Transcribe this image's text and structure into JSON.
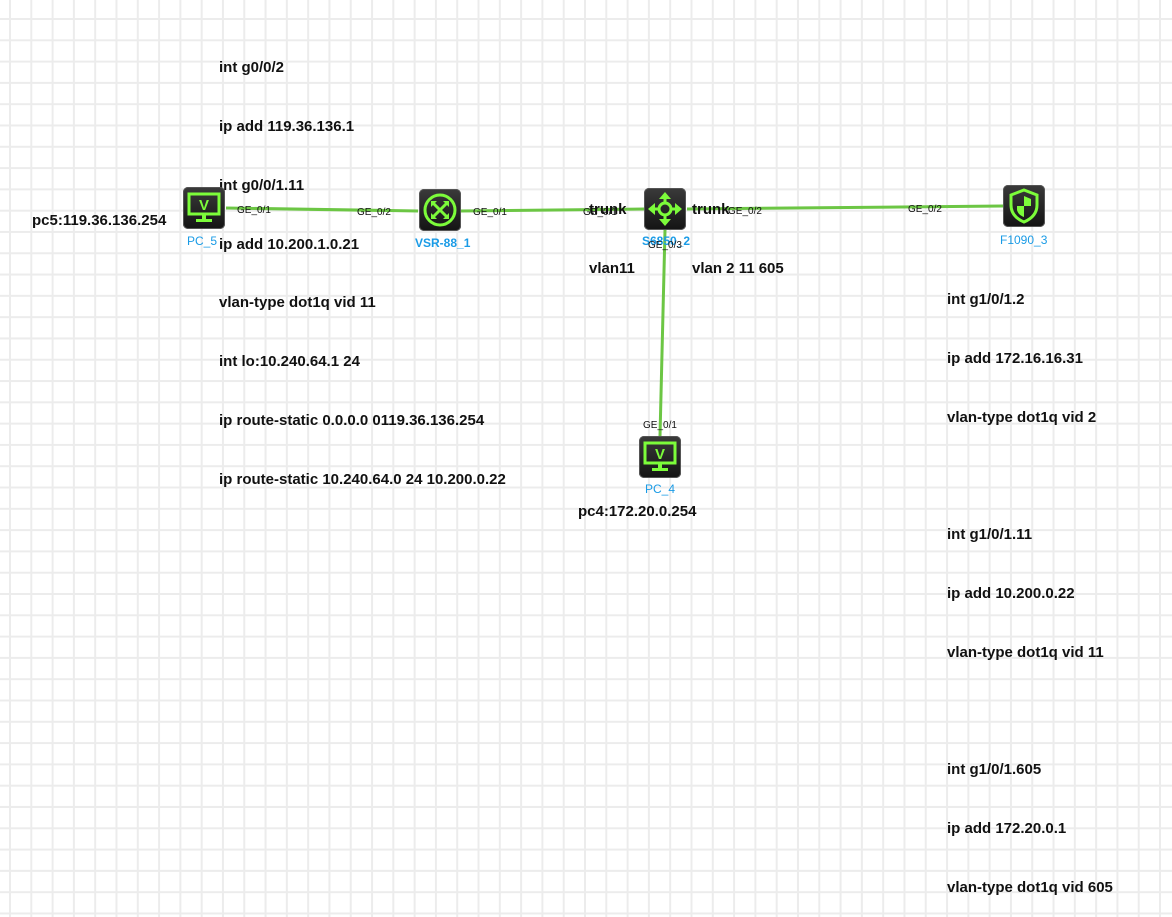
{
  "colors": {
    "link": "#6cc644",
    "device_accent": "#7cfc3a",
    "device_label": "#1a9be6"
  },
  "devices": {
    "pc5": {
      "name": "PC_5",
      "icon": "monitor-icon",
      "ip_label": "pc5:119.36.136.254"
    },
    "vsr": {
      "name": "VSR-88_1",
      "icon": "router-icon"
    },
    "switch": {
      "name": "S6850_2",
      "icon": "switch-icon"
    },
    "firewall": {
      "name": "F1090_3",
      "icon": "firewall-shield-icon"
    },
    "pc4": {
      "name": "PC_4",
      "icon": "monitor-icon",
      "ip_label": "pc4:172.20.0.254"
    }
  },
  "ports": {
    "pc5_ge": "GE_0/1",
    "vsr_left": "GE_0/2",
    "vsr_right": "GE_0/1",
    "sw_left": "GE_0/1",
    "sw_right": "GE_0/2",
    "sw_down": "GE_0/3",
    "fw_left": "GE_0/2",
    "pc4_ge": "GE_0/1"
  },
  "notes": {
    "router_config": [
      "int g0/0/2",
      "ip add 119.36.136.1",
      "int g0/0/1.11",
      "ip add 10.200.1.0.21",
      "vlan-type dot1q vid 11",
      "int lo:10.240.64.1 24",
      "ip route-static 0.0.0.0 0119.36.136.254",
      "ip route-static 10.240.64.0 24 10.200.0.22"
    ],
    "trunk_left": [
      "trunk",
      "vlan11"
    ],
    "trunk_right": [
      "trunk",
      "vlan 2 11 605"
    ],
    "firewall_config": [
      "int g1/0/1.2",
      "ip add 172.16.16.31",
      "vlan-type dot1q vid 2",
      "",
      "int g1/0/1.11",
      "ip add 10.200.0.22",
      "vlan-type dot1q vid 11",
      "",
      "int g1/0/1.605",
      "ip add 172.20.0.1",
      "vlan-type dot1q vid 605"
    ]
  }
}
